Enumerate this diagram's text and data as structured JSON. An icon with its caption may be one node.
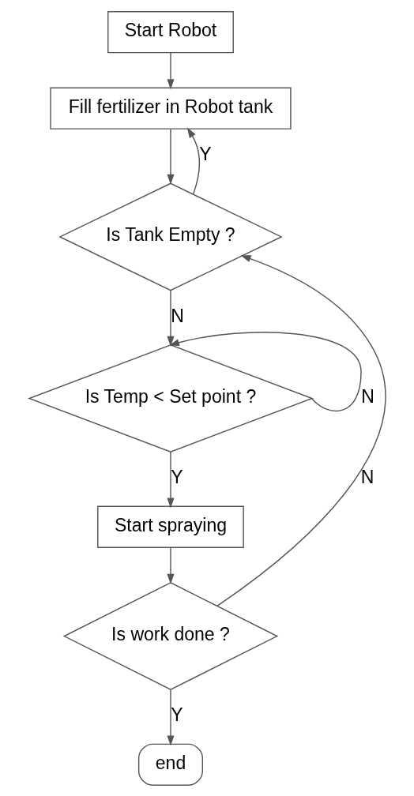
{
  "diagram": {
    "nodes": [
      {
        "text": [
          "Start Robot"
        ]
      },
      {
        "text": [
          "Fill fertilizer in Robot tank"
        ]
      },
      {
        "text": [
          "Is Tank Empty ?"
        ]
      },
      {
        "text": [
          "Is Temp < Set point ?"
        ]
      },
      {
        "text": [
          "Start spraying"
        ]
      },
      {
        "text": [
          "Is work done ?"
        ]
      },
      {
        "text": [
          "end"
        ]
      }
    ],
    "edges": [
      {
        "from": 0,
        "to": 1,
        "arrow": "to"
      },
      {
        "from": 1,
        "to": 2,
        "arrow": "to"
      },
      {
        "from": 2,
        "to": 1,
        "arrow": "to",
        "label": "Y"
      },
      {
        "from": 2,
        "to": 3,
        "arrow": "to",
        "label": "N"
      },
      {
        "from": 3,
        "to": 3,
        "arrow": "to",
        "label": "N"
      },
      {
        "from": 3,
        "to": 4,
        "arrow": "to",
        "label": "Y"
      },
      {
        "from": 4,
        "to": 5,
        "arrow": "to"
      },
      {
        "from": 5,
        "to": 2,
        "arrow": "to",
        "label": "N"
      },
      {
        "from": 5,
        "to": 6,
        "arrow": "to",
        "label": "Y"
      }
    ]
  }
}
